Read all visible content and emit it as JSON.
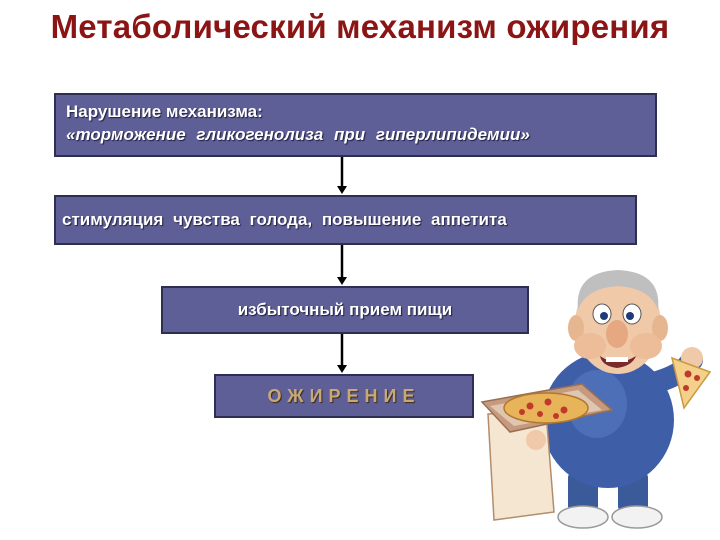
{
  "title": "Метаболический механизм ожирения",
  "flow": {
    "box1_line1": "Нарушение механизма:",
    "box1_line2": "«торможение гликогенолиза при гиперлипидемии»",
    "box2": "стимуляция чувства голода, повышение аппетита",
    "box3": "избыточный прием пищи",
    "box4": "ОЖИРЕНИЕ"
  },
  "colors": {
    "title": "#8b1414",
    "box_fill": "#5f5f98",
    "box_border": "#2e2e52",
    "box_text": "#ffffff",
    "result_text": "#c8a878",
    "arrow": "#000000"
  },
  "icons": [
    "arrow-down-icon",
    "man-with-pizza-illustration"
  ]
}
